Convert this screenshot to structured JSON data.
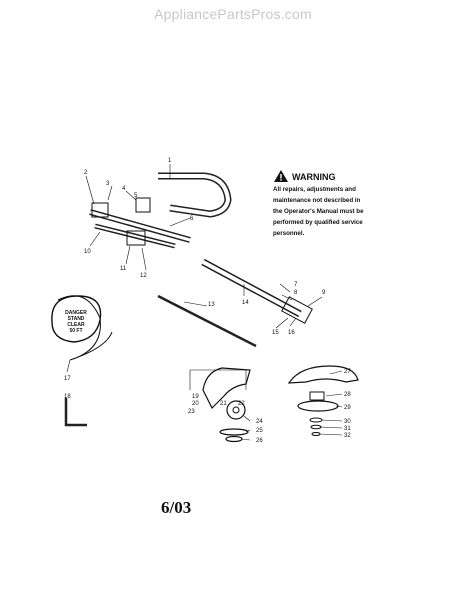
{
  "site": "AppliancePartsPros.com",
  "warning": {
    "title": "WARNING",
    "lines": [
      "All repairs, adjustments and",
      "maintenance not described in",
      "the Operator's Manual must be",
      "performed by qualified service",
      "personnel."
    ]
  },
  "sticker": [
    "DANGER",
    "STAND",
    "CLEAR",
    "50 FT"
  ],
  "part_numbers": [
    "1",
    "2",
    "3",
    "4",
    "5",
    "6",
    "7",
    "8",
    "9",
    "10",
    "11",
    "12",
    "13",
    "14",
    "15",
    "16",
    "17",
    "18",
    "19",
    "20",
    "21",
    "22",
    "23",
    "24",
    "25",
    "26",
    "27",
    "28",
    "29",
    "30",
    "31",
    "32"
  ],
  "date": "6/03"
}
